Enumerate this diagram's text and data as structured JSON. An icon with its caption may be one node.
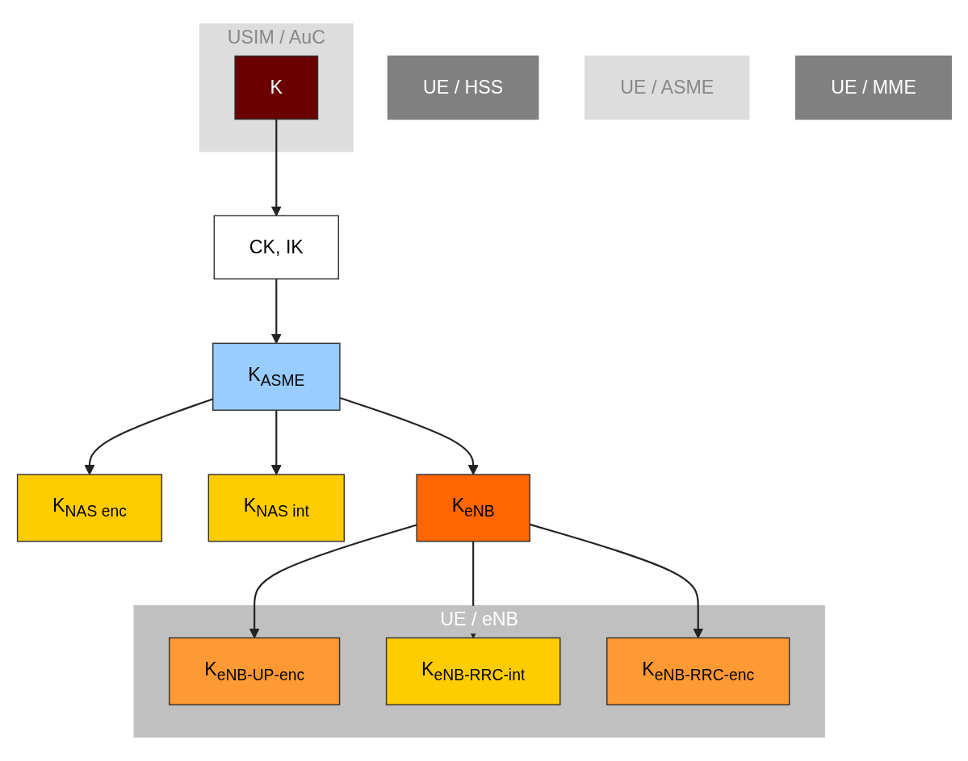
{
  "diagram": {
    "nodes": [
      {
        "text": [
          "USIM / AuC"
        ]
      },
      {
        "text": [
          "K"
        ],
        "in": 0
      },
      {
        "text": [
          "CK, IK"
        ]
      },
      {
        "text": [
          "UE / HSS"
        ]
      },
      {
        "text": [
          "K$_{ASME}$"
        ]
      },
      {
        "text": [
          "UE / ASME"
        ]
      },
      {
        "text": [
          "K$_{NAS enc}$"
        ]
      },
      {
        "text": [
          "K$_{NAS int}$"
        ]
      },
      {
        "text": [
          "K$_{eNB}$"
        ]
      },
      {
        "text": [
          "UE / MME"
        ]
      },
      {
        "text": [
          "UE / eNB"
        ]
      },
      {
        "text": [
          "K$_{eNB-UP-enc}$"
        ],
        "in": 10
      },
      {
        "text": [
          "K$_{eNB-RRC-int}$"
        ],
        "in": 10
      },
      {
        "text": [
          "K$_{eNB-RRC-enc}$"
        ],
        "in": 10
      }
    ],
    "edges": [
      {
        "from": 1,
        "to": 2,
        "arrow": "to"
      },
      {
        "from": 2,
        "to": 4,
        "arrow": "to"
      },
      {
        "from": 4,
        "to": 6,
        "arrow": "to"
      },
      {
        "from": 4,
        "to": 7,
        "arrow": "to"
      },
      {
        "from": 4,
        "to": 8,
        "arrow": "to"
      },
      {
        "from": 8,
        "to": 11,
        "arrow": "to"
      },
      {
        "from": 8,
        "to": 12,
        "arrow": "to"
      },
      {
        "from": 8,
        "to": 13,
        "arrow": "to"
      }
    ]
  }
}
